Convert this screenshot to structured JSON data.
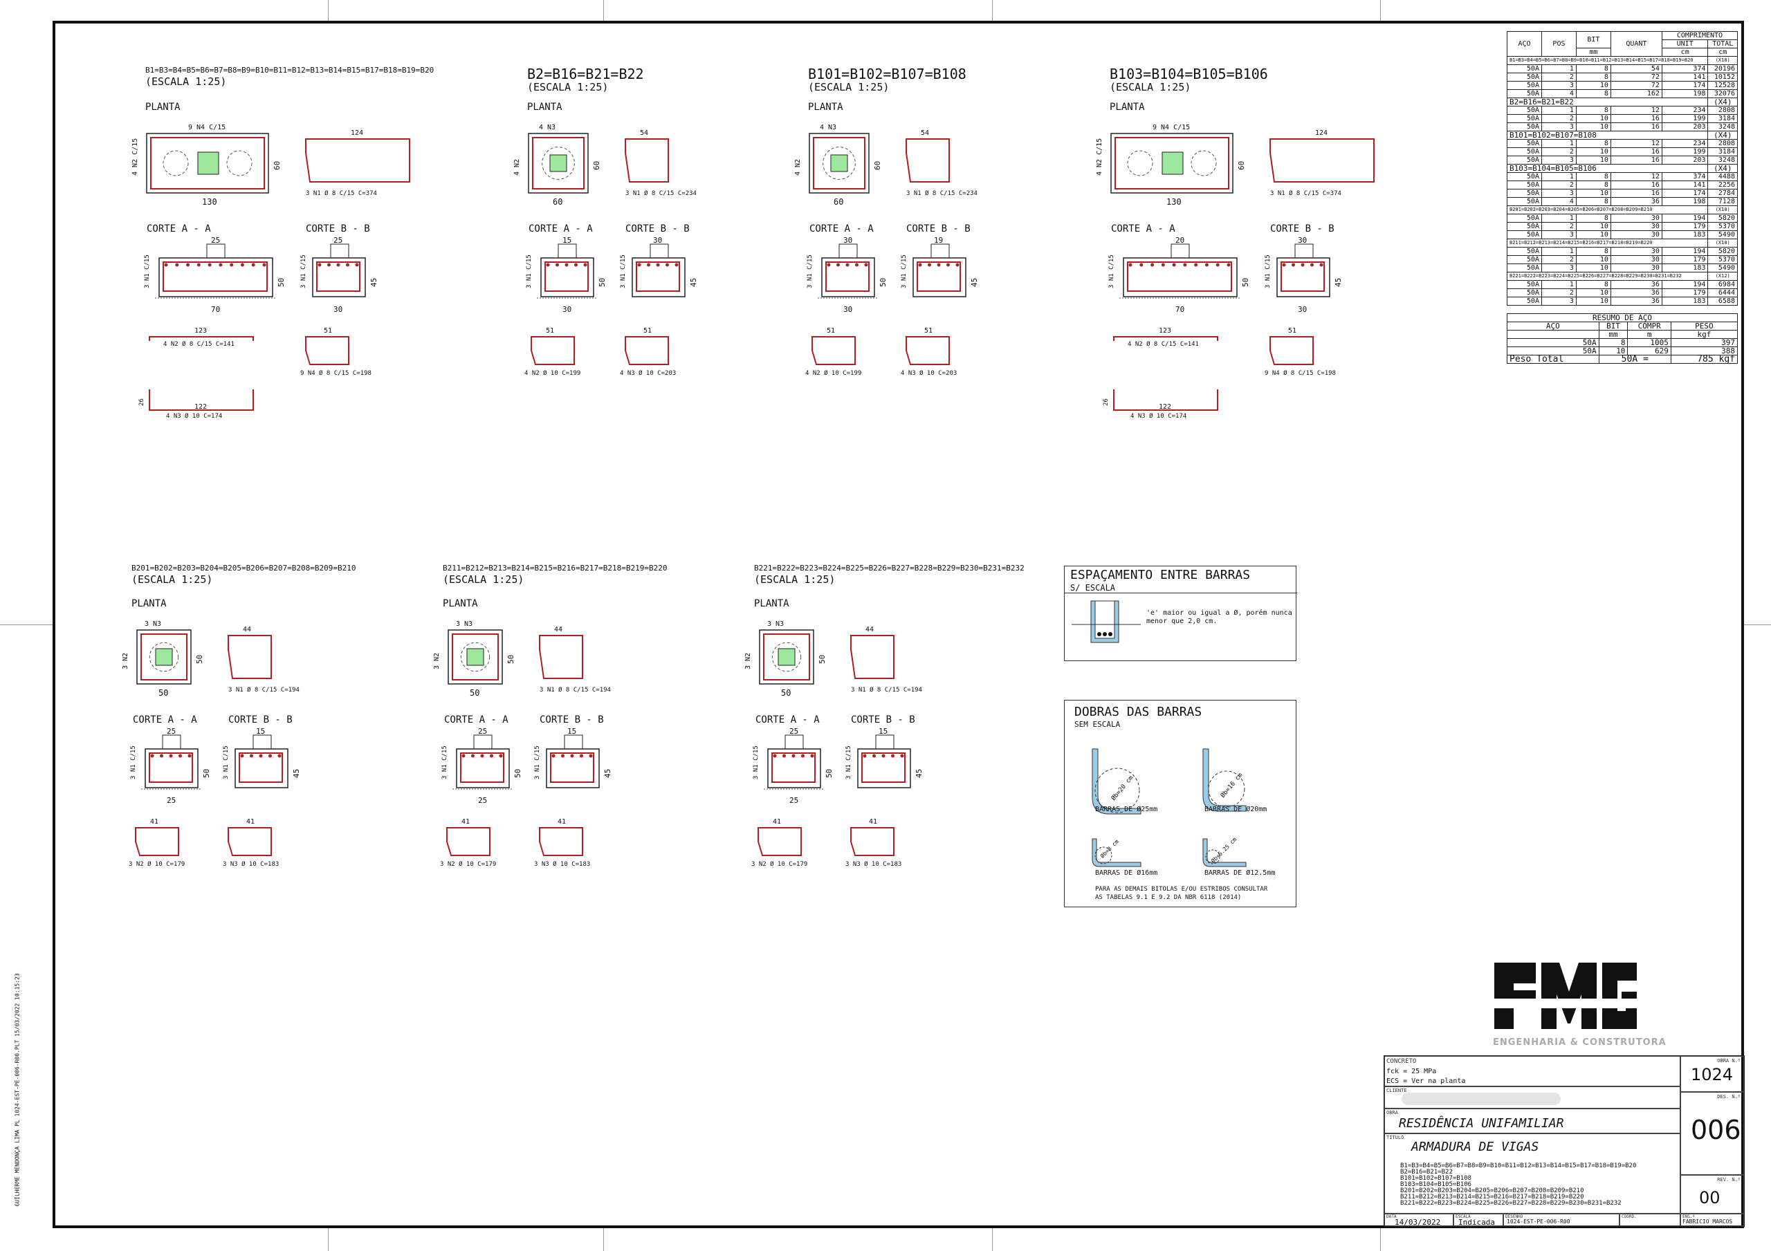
{
  "margin_text": "GUILHERME MENDONÇA LIMA PL 1024-EST-PE-006-R00.PLT 15/03/2022 10:15:23",
  "groups": [
    {
      "key": "g1",
      "title": "B1=B3=B4=B5=B6=B7=B8=B9=B10=B11=B12=B13=B14=B15=B17=B18=B19=B20",
      "scale": "(ESCALA 1:25)",
      "plan": "PLANTA",
      "stirrup_label": "9 N4 C/15",
      "top_bar": "124",
      "top_bar_caption": "3 N1 Ø 8 C/15 C=374",
      "width_label": "130",
      "height_label": "60",
      "side_label": "4 N2 C/15",
      "corte_a": "CORTE   A - A",
      "corte_b": "CORTE   B - B",
      "ca_top": "25",
      "cb_top": "25",
      "ca_h": "50",
      "cb_h": "45",
      "ca_w": "70",
      "cb_w": "30",
      "bar1_top": "123",
      "bar1_caption": "4 N2 Ø 8 C/15 C=141",
      "bar2_top": "51",
      "bar2_caption": "9 N4 Ø 8 C/15 C=198",
      "bar3_top": "122",
      "bar3_caption": "4 N3 Ø 10 C=174",
      "bar3_side": "26",
      "n1": "3 N1 C/15"
    },
    {
      "key": "g2",
      "title": "B2=B16=B21=B22",
      "scale": "(ESCALA 1:25)",
      "plan": "PLANTA",
      "stirrup_label": "4 N3",
      "top_bar": "54",
      "top_bar_caption": "3 N1 Ø 8 C/15 C=234",
      "width_label": "60",
      "height_label": "60",
      "side_label": "4 N2",
      "corte_a": "CORTE   A - A",
      "corte_b": "CORTE   B - B",
      "ca_top": "15",
      "cb_top": "30",
      "ca_h": "50",
      "cb_h": "45",
      "ca_w": "30",
      "cb_w": "",
      "bar1_top": "51",
      "bar1_caption": "4 N2 Ø 10 C=199",
      "bar2_top": "51",
      "bar2_caption": "4 N3 Ø 10 C=203",
      "n1": "3 N1 C/15"
    },
    {
      "key": "g3",
      "title": "B101=B102=B107=B108",
      "scale": "(ESCALA 1:25)",
      "plan": "PLANTA",
      "stirrup_label": "4 N3",
      "top_bar": "54",
      "top_bar_caption": "3 N1 Ø 8 C/15 C=234",
      "width_label": "60",
      "height_label": "60",
      "side_label": "4 N2",
      "corte_a": "CORTE   A - A",
      "corte_b": "CORTE   B - B",
      "ca_top": "30",
      "cb_top": "19",
      "ca_h": "50",
      "cb_h": "45",
      "ca_w": "30",
      "cb_w": "",
      "bar1_top": "51",
      "bar1_caption": "4 N2 Ø 10 C=199",
      "bar2_top": "51",
      "bar2_caption": "4 N3 Ø 10 C=203",
      "n1": "3 N1 C/15"
    },
    {
      "key": "g4",
      "title": "B103=B104=B105=B106",
      "scale": "(ESCALA 1:25)",
      "plan": "PLANTA",
      "stirrup_label": "9 N4 C/15",
      "top_bar": "124",
      "top_bar_caption": "3 N1 Ø 8 C/15 C=374",
      "width_label": "130",
      "height_label": "60",
      "side_label": "4 N2 C/15",
      "corte_a": "CORTE   A - A",
      "corte_b": "CORTE   B - B",
      "ca_top": "20",
      "cb_top": "30",
      "ca_h": "50",
      "cb_h": "45",
      "ca_w": "70",
      "cb_w": "30",
      "bar1_top": "123",
      "bar1_caption": "4 N2 Ø 8 C/15 C=141",
      "bar2_top": "51",
      "bar2_caption": "9 N4 Ø 8 C/15 C=198",
      "bar3_top": "122",
      "bar3_caption": "4 N3 Ø 10 C=174",
      "bar3_side": "26",
      "n1": "3 N1 C/15"
    },
    {
      "key": "g5",
      "title": "B201=B202=B203=B204=B205=B206=B207=B208=B209=B210",
      "scale": "(ESCALA 1:25)",
      "plan": "PLANTA",
      "stirrup_label": "3 N3",
      "top_bar": "44",
      "top_bar_caption": "3 N1 Ø 8 C/15 C=194",
      "width_label": "50",
      "height_label": "50",
      "side_label": "3 N2",
      "corte_a": "CORTE   A - A",
      "corte_b": "CORTE   B - B",
      "ca_top": "25",
      "cb_top": "15",
      "ca_h": "50",
      "cb_h": "45",
      "ca_w": "25",
      "bar1_top": "41",
      "bar1_caption": "3 N2 Ø 10 C=179",
      "bar2_top": "41",
      "bar2_caption": "3 N3 Ø 10 C=183",
      "n1": "3 N1 C/15"
    },
    {
      "key": "g6",
      "title": "B211=B212=B213=B214=B215=B216=B217=B218=B219=B220",
      "scale": "(ESCALA 1:25)",
      "plan": "PLANTA",
      "stirrup_label": "3 N3",
      "top_bar": "44",
      "top_bar_caption": "3 N1 Ø 8 C/15 C=194",
      "width_label": "50",
      "height_label": "50",
      "side_label": "3 N2",
      "corte_a": "CORTE   A - A",
      "corte_b": "CORTE   B - B",
      "ca_top": "25",
      "cb_top": "15",
      "ca_h": "50",
      "cb_h": "45",
      "ca_w": "25",
      "bar1_top": "41",
      "bar1_caption": "3 N2 Ø 10 C=179",
      "bar2_top": "41",
      "bar2_caption": "3 N3 Ø 10 C=183",
      "n1": "3 N1 C/15"
    },
    {
      "key": "g7",
      "title": "B221=B222=B223=B224=B225=B226=B227=B228=B229=B230=B231=B232",
      "scale": "(ESCALA 1:25)",
      "plan": "PLANTA",
      "stirrup_label": "3 N3",
      "top_bar": "44",
      "top_bar_caption": "3 N1 Ø 8 C/15 C=194",
      "width_label": "50",
      "height_label": "50",
      "side_label": "3 N2",
      "corte_a": "CORTE   A - A",
      "corte_b": "CORTE   B - B",
      "ca_top": "25",
      "cb_top": "15",
      "ca_h": "50",
      "cb_h": "45",
      "ca_w": "25",
      "bar1_top": "41",
      "bar1_caption": "3 N2 Ø 10 C=179",
      "bar2_top": "41",
      "bar2_caption": "3 N3 Ø 10 C=183",
      "n1": "3 N1 C/15"
    }
  ],
  "steel_table": {
    "headers": [
      "AÇO",
      "POS",
      "BIT",
      "QUANT",
      "COMPRIMENTO",
      "UNIT",
      "TOTAL",
      "mm",
      "cm",
      "cm"
    ],
    "blocks": [
      {
        "name": "B1=B3=B4=B5=B6=B7=B8=B9=B10=B11=B12=B13=B14=B15=B17=B18=B19=B20",
        "mult": "(X18)",
        "rows": [
          [
            "50A",
            "1",
            "8",
            "54",
            "374",
            "20196"
          ],
          [
            "50A",
            "2",
            "8",
            "72",
            "141",
            "10152"
          ],
          [
            "50A",
            "3",
            "10",
            "72",
            "174",
            "12528"
          ],
          [
            "50A",
            "4",
            "8",
            "162",
            "198",
            "32076"
          ]
        ]
      },
      {
        "name": "B2=B16=B21=B22",
        "mult": "(X4)",
        "rows": [
          [
            "50A",
            "1",
            "8",
            "12",
            "234",
            "2808"
          ],
          [
            "50A",
            "2",
            "10",
            "16",
            "199",
            "3184"
          ],
          [
            "50A",
            "3",
            "10",
            "16",
            "203",
            "3248"
          ]
        ]
      },
      {
        "name": "B101=B102=B107=B108",
        "mult": "(X4)",
        "rows": [
          [
            "50A",
            "1",
            "8",
            "12",
            "234",
            "2808"
          ],
          [
            "50A",
            "2",
            "10",
            "16",
            "199",
            "3184"
          ],
          [
            "50A",
            "3",
            "10",
            "16",
            "203",
            "3248"
          ]
        ]
      },
      {
        "name": "B103=B104=B105=B106",
        "mult": "(X4)",
        "rows": [
          [
            "50A",
            "1",
            "8",
            "12",
            "374",
            "4488"
          ],
          [
            "50A",
            "2",
            "8",
            "16",
            "141",
            "2256"
          ],
          [
            "50A",
            "3",
            "10",
            "16",
            "174",
            "2784"
          ],
          [
            "50A",
            "4",
            "8",
            "36",
            "198",
            "7128"
          ]
        ]
      },
      {
        "name": "B201=B202=B203=B204=B205=B206=B207=B208=B209=B210",
        "mult": "(X10)",
        "rows": [
          [
            "50A",
            "1",
            "8",
            "30",
            "194",
            "5820"
          ],
          [
            "50A",
            "2",
            "10",
            "30",
            "179",
            "5370"
          ],
          [
            "50A",
            "3",
            "10",
            "30",
            "183",
            "5490"
          ]
        ]
      },
      {
        "name": "B211=B212=B213=B214=B215=B216=B217=B218=B219=B220",
        "mult": "(X10)",
        "rows": [
          [
            "50A",
            "1",
            "8",
            "30",
            "194",
            "5820"
          ],
          [
            "50A",
            "2",
            "10",
            "30",
            "179",
            "5370"
          ],
          [
            "50A",
            "3",
            "10",
            "30",
            "183",
            "5490"
          ]
        ]
      },
      {
        "name": "B221=B222=B223=B224=B225=B226=B227=B228=B229=B230=B231=B232",
        "mult": "(X12)",
        "rows": [
          [
            "50A",
            "1",
            "8",
            "36",
            "194",
            "6984"
          ],
          [
            "50A",
            "2",
            "10",
            "36",
            "179",
            "6444"
          ],
          [
            "50A",
            "3",
            "10",
            "36",
            "183",
            "6588"
          ]
        ]
      }
    ]
  },
  "summary_table": {
    "title": "RESUMO DE AÇO",
    "headers": [
      "AÇO",
      "BIT",
      "COMPR",
      "PESO"
    ],
    "units": [
      "mm",
      "m",
      "kgf"
    ],
    "rows": [
      [
        "50A",
        "8",
        "1005",
        "397"
      ],
      [
        "50A",
        "10",
        "629",
        "388"
      ]
    ],
    "total_label": "Peso Total",
    "total_steel": "50A =",
    "total_value": "785 kgf"
  },
  "spacing": {
    "title": "ESPAÇAMENTO ENTRE BARRAS",
    "subtitle": "S/ ESCALA",
    "note1": "'e' maior ou igual a Ø, porém nunca",
    "note2": "menor que 2,0 cm."
  },
  "bends": {
    "title": "DOBRAS DAS BARRAS",
    "subtitle": "SEM ESCALA",
    "b1": "BARRAS DE Ø25mm",
    "b2": "BARRAS DE Ø20mm",
    "b3": "BARRAS DE Ø16mm",
    "b4": "BARRAS DE Ø12.5mm",
    "d1": "Øb=20 cm",
    "d2": "Øb=16 cm",
    "d3": "Øb=8 cm",
    "d4": "Øb=6.25 cm",
    "note1": "PARA AS DEMAIS BITOLAS E/OU ESTRIBOS CONSULTAR",
    "note2": "AS TABELAS 9.1 E 9.2 DA NBR 6118 (2014)"
  },
  "logo": {
    "caption": "ENGENHARIA & CONSTRUTORA"
  },
  "title_block": {
    "concreto_label": "CONCRETO",
    "fck": "fck = 25   MPa",
    "ecs": "ECS = Ver na planta",
    "cliente_label": "CLIENTE",
    "obra_label": "OBRA",
    "obra": "RESIDÊNCIA UNIFAMILIAR",
    "titulo_label": "TITULO",
    "titulo": "ARMADURA DE VIGAS",
    "beams": [
      "B1=B3=B4=B5=B6=B7=B8=B9=B10=B11=B12=B13=B14=B15=B17=B18=B19=B20",
      "B2=B16=B21=B22",
      "B101=B102=B107=B108",
      "B103=B104=B105=B106",
      "B201=B202=B203=B204=B205=B206=B207=B208=B209=B210",
      "B211=B212=B213=B214=B215=B216=B217=B218=B219=B220",
      "B221=B222=B223=B224=B225=B226=B227=B228=B229=B230=B231=B232"
    ],
    "data_label": "DATA",
    "data": "14/03/2022",
    "escala_label": "ESCALA",
    "escala": "Indicada",
    "desenho_label": "DESENHO",
    "desenho": "1024-EST-PE-006-R00",
    "coord_label": "COORD.",
    "obra_n_label": "OBRA N.º",
    "obra_n": "1024",
    "des_n_label": "DES. N.º",
    "des_n": "006",
    "rev_n_label": "REV. N.º",
    "rev_n": "00",
    "eng_label": "ENG.º",
    "eng": "FABRICIO MARCOS"
  },
  "colors": {
    "rebar": "#b02020",
    "concrete_fill": "#9ee89e",
    "bend_fill": "#9ccbe6"
  }
}
